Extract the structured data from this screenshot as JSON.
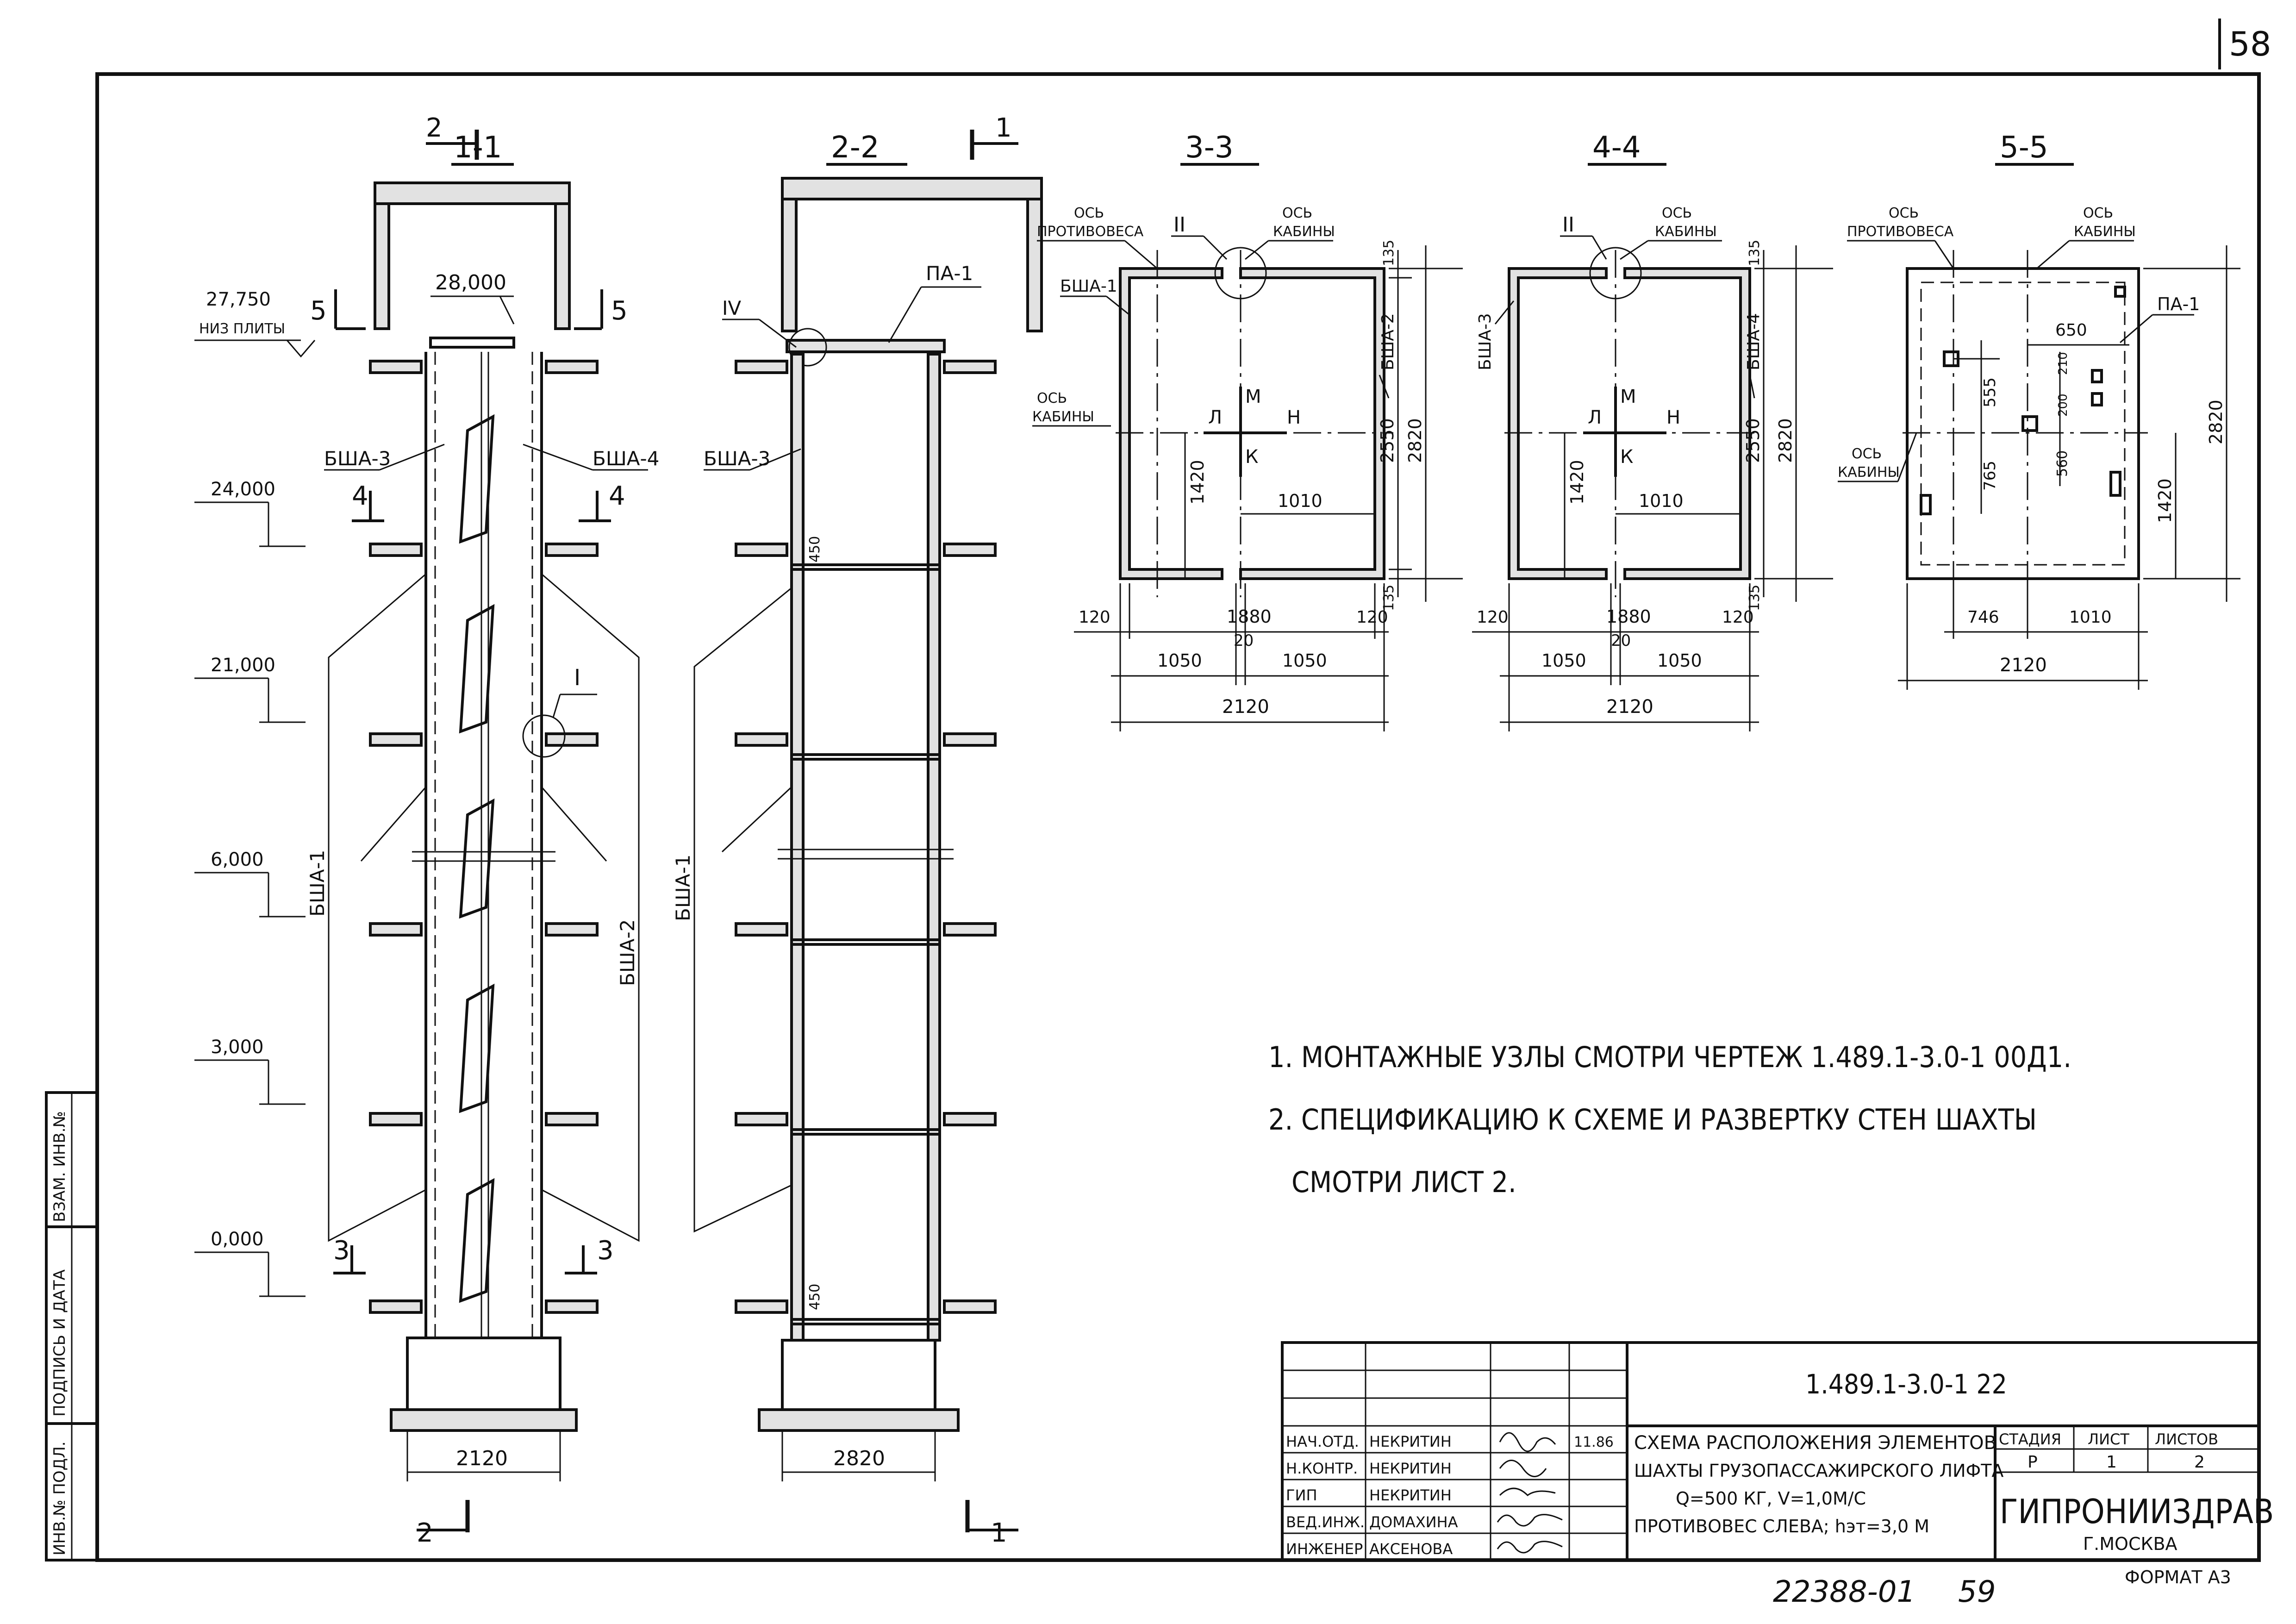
{
  "sheet": {
    "corner_number": "58",
    "doc_code": "1.489.1-3.0-1   22",
    "bottom_number": "22388-01",
    "bottom_page": "59",
    "format": "ФОРМАТ А3"
  },
  "side_stamp": {
    "inv_no_orig": "ИНВ.№ ПОДЛ.",
    "sign_date": "ПОДПИСЬ И ДАТА",
    "vzam_inv": "ВЗАМ. ИНВ.№"
  },
  "sections": {
    "s11": {
      "title": "1-1",
      "marker_left": "2",
      "marker_bottom": "2"
    },
    "s22": {
      "title": "2-2",
      "marker_right": "1",
      "marker_bottom": "1"
    },
    "s33": {
      "title": "3-3"
    },
    "s44": {
      "title": "4-4"
    },
    "s55": {
      "title": "5-5"
    }
  },
  "elevations": {
    "e1": "27,750",
    "e1_note": "НИЗ ПЛИТЫ",
    "e2": "24,000",
    "e3": "21,000",
    "e4": "6,000",
    "e5": "3,000",
    "e6": "0,000",
    "top_mark": "28,000"
  },
  "section_markers": {
    "m5": "5",
    "m4": "4",
    "m3": "3"
  },
  "labels": {
    "bsha1": "БША-1",
    "bsha2": "БША-2",
    "bsha3": "БША-3",
    "bsha4": "БША-4",
    "pa1": "ПА-1",
    "node1": "I",
    "node2": "II",
    "node4": "IV",
    "axis_cabin": "ОСЬ КАБИНЫ",
    "axis_cabin_1": "ОСЬ",
    "axis_cabin_2": "КАБИНЫ",
    "axis_cw_1": "ОСЬ",
    "axis_cw_2": "ПРОТИВОВЕСА",
    "L": "Л",
    "M": "М",
    "N": "Н",
    "K": "К"
  },
  "dims": {
    "d2120": "2120",
    "d2820": "2820",
    "d1880": "1880",
    "d1050": "1050",
    "d20": "20",
    "d120": "120",
    "d135": "135",
    "d2550": "2550",
    "d1420": "1420",
    "d1010": "1010",
    "d650": "650",
    "d555": "555",
    "d765": "765",
    "d560": "560",
    "d746": "746",
    "d210": "210",
    "d200": "200",
    "d450": "450"
  },
  "notes": [
    "1. МОНТАЖНЫЕ   УЗЛЫ   СМОТРИ   ЧЕРТЕЖ   1.489.1-3.0-1  00Д1.",
    "2. СПЕЦИФИКАЦИЮ   К СХЕМЕ   И РАЗВЕРТКУ   СТЕН   ШАХТЫ",
    "СМОТРИ   ЛИСТ 2."
  ],
  "title_block": {
    "roles": [
      {
        "role": "НАЧ.ОТД.",
        "name": "НЕКРИТИН",
        "date": "11.86"
      },
      {
        "role": "Н.КОНТР.",
        "name": "НЕКРИТИН",
        "date": ""
      },
      {
        "role": "ГИП",
        "name": "НЕКРИТИН",
        "date": ""
      },
      {
        "role": "ВЕД.ИНЖ.",
        "name": "ДОМАХИНА",
        "date": ""
      },
      {
        "role": "ИНЖЕНЕР",
        "name": "АКСЕНОВА",
        "date": ""
      }
    ],
    "title_lines": [
      "СХЕМА РАСПОЛОЖЕНИЯ ЭЛЕМЕНТОВ",
      "ШАХТЫ ГРУЗОПАССАЖИРСКОГО ЛИФТА",
      "Q=500 КГ,   V=1,0М/С",
      "ПРОТИВОВЕС СЛЕВА;  hэт=3,0 М"
    ],
    "stage_hdr": "СТАДИЯ",
    "sheet_hdr": "ЛИСТ",
    "sheets_hdr": "ЛИСТОВ",
    "stage": "Р",
    "sheet": "1",
    "sheets": "2",
    "org": "ГИПРОНИИЗДРАВ",
    "city": "Г.МОСКВА"
  }
}
